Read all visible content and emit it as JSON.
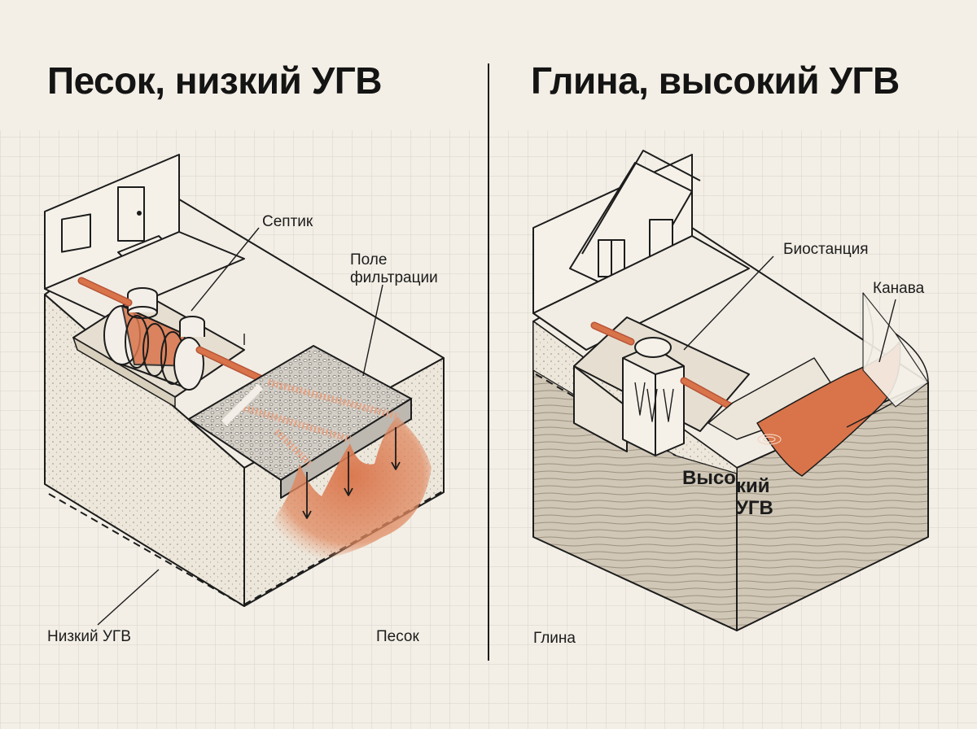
{
  "panels": {
    "left": {
      "title": "Песок, низкий УГВ",
      "labels": {
        "septic": "Септик",
        "field_line1": "Поле",
        "field_line2": "фильтрации",
        "low_gwl": "Низкий УГВ",
        "sand": "Песок"
      }
    },
    "right": {
      "title": "Глина, высокий УГВ",
      "labels": {
        "biostation": "Биостанция",
        "ditch": "Канава",
        "high_gwl_part1": "Высо",
        "high_gwl_part2": "кий",
        "high_gwl_part3": "УГВ",
        "clay": "Глина"
      }
    }
  },
  "colors": {
    "background": "#f3efe6",
    "grid": "#d6d2c9",
    "ink": "#1c1c1c",
    "effluent": "#d9744a",
    "sand": "#ece6da",
    "clay": "#cfc6b6",
    "gravel": "#c4c0b8"
  }
}
